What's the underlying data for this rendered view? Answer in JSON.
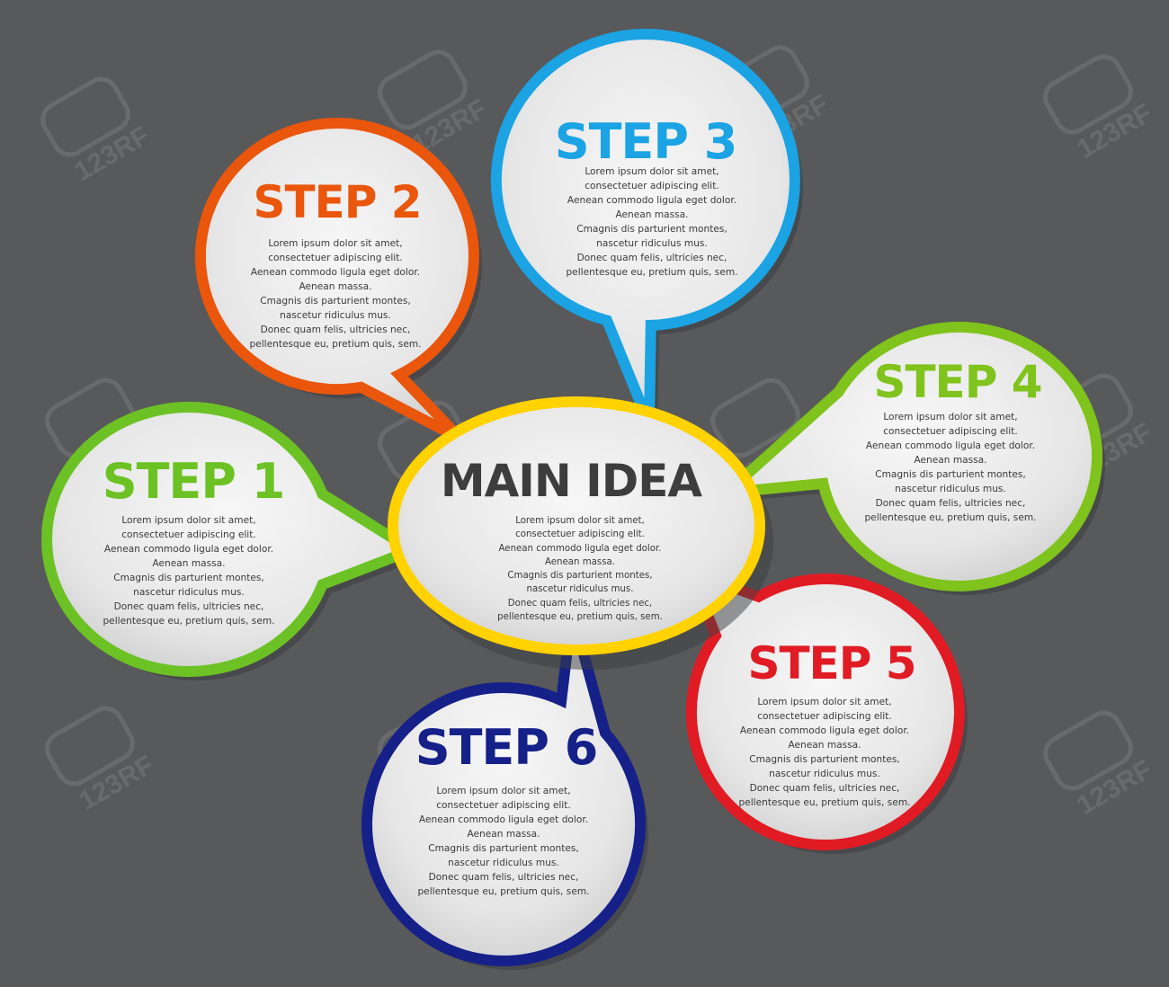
{
  "colors": {
    "background": "#58595b",
    "fill": "#e9e9e9",
    "main_idea": "#ffd200",
    "step1": "#6cc224",
    "step2": "#e9560c",
    "step3": "#1ba3e3",
    "step4": "#7fc31c",
    "step5": "#e01b24",
    "step6": "#152088",
    "title_main": "#3d3d3d",
    "body_text": "#3a3a3a"
  },
  "watermark": "123RF",
  "body_lines": [
    "Lorem ipsum dolor sit amet,",
    "consectetuer adipiscing elit.",
    "Aenean commodo ligula eget dolor.",
    "Aenean massa.",
    "Cmagnis dis parturient montes,",
    "nascetur ridiculus mus.",
    "Donec quam felis, ultricies nec,",
    "pellentesque eu, pretium quis, sem."
  ],
  "main_idea": {
    "title": "MAIN IDEA",
    "body": [
      "Lorem ipsum dolor sit amet,",
      "consectetuer adipiscing elit.",
      "Aenean commodo ligula eget dolor.",
      "Aenean massa.",
      "Cmagnis dis parturient montes,",
      "nascetur ridiculus mus.",
      "Donec quam felis, ultricies nec,",
      "pellentesque eu, pretium quis, sem."
    ]
  },
  "steps": [
    {
      "title": "STEP 1",
      "color": "#6cc224"
    },
    {
      "title": "STEP 2",
      "color": "#e9560c"
    },
    {
      "title": "STEP 3",
      "color": "#1ba3e3"
    },
    {
      "title": "STEP 4",
      "color": "#7fc31c"
    },
    {
      "title": "STEP 5",
      "color": "#e01b24"
    },
    {
      "title": "STEP 6",
      "color": "#152088"
    }
  ]
}
